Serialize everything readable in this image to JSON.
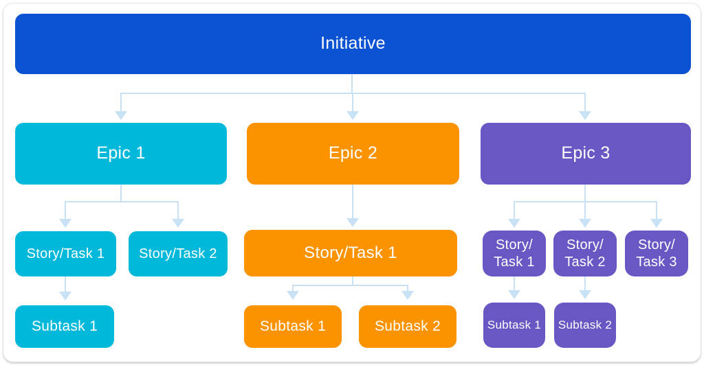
{
  "colors": {
    "initiative_blue": "#0B53D2",
    "epic1_cyan": "#00B8D9",
    "epic2_orange": "#FB9300",
    "epic3_purple": "#6957C4",
    "connector_light_blue": "#C9E1F5",
    "node_text": "#FFFFFF",
    "canvas_background": "#FFFFFF"
  },
  "nodes": {
    "initiative": {
      "label": "Initiative"
    },
    "epic1": {
      "label": "Epic 1"
    },
    "epic2": {
      "label": "Epic 2"
    },
    "epic3": {
      "label": "Epic 3"
    },
    "epic1_story1": {
      "label": "Story/Task 1"
    },
    "epic1_story2": {
      "label": "Story/Task 2"
    },
    "epic1_subtask1": {
      "label": "Subtask 1"
    },
    "epic2_story1": {
      "label": "Story/Task 1"
    },
    "epic2_subtask1": {
      "label": "Subtask 1"
    },
    "epic2_subtask2": {
      "label": "Subtask 2"
    },
    "epic3_story1": {
      "label": "Story/\nTask 1"
    },
    "epic3_story2": {
      "label": "Story/\nTask 2"
    },
    "epic3_story3": {
      "label": "Story/\nTask 3"
    },
    "epic3_subtask1": {
      "label": "Subtask 1"
    },
    "epic3_subtask2": {
      "label": "Subtask 2"
    }
  },
  "hierarchy": [
    {
      "from": "Initiative",
      "to": [
        "Epic 1",
        "Epic 2",
        "Epic 3"
      ]
    },
    {
      "from": "Epic 1",
      "to": [
        "Story/Task 1",
        "Story/Task 2"
      ]
    },
    {
      "from": "Epic 1 / Story/Task 1",
      "to": [
        "Subtask 1"
      ]
    },
    {
      "from": "Epic 2",
      "to": [
        "Story/Task 1"
      ]
    },
    {
      "from": "Epic 2 / Story/Task 1",
      "to": [
        "Subtask 1",
        "Subtask 2"
      ]
    },
    {
      "from": "Epic 3",
      "to": [
        "Story/Task 1",
        "Story/Task 2",
        "Story/Task 3"
      ]
    },
    {
      "from": "Epic 3 / Story/Task 1",
      "to": [
        "Subtask 1"
      ]
    },
    {
      "from": "Epic 3 / Story/Task 2",
      "to": [
        "Subtask 2"
      ]
    }
  ]
}
